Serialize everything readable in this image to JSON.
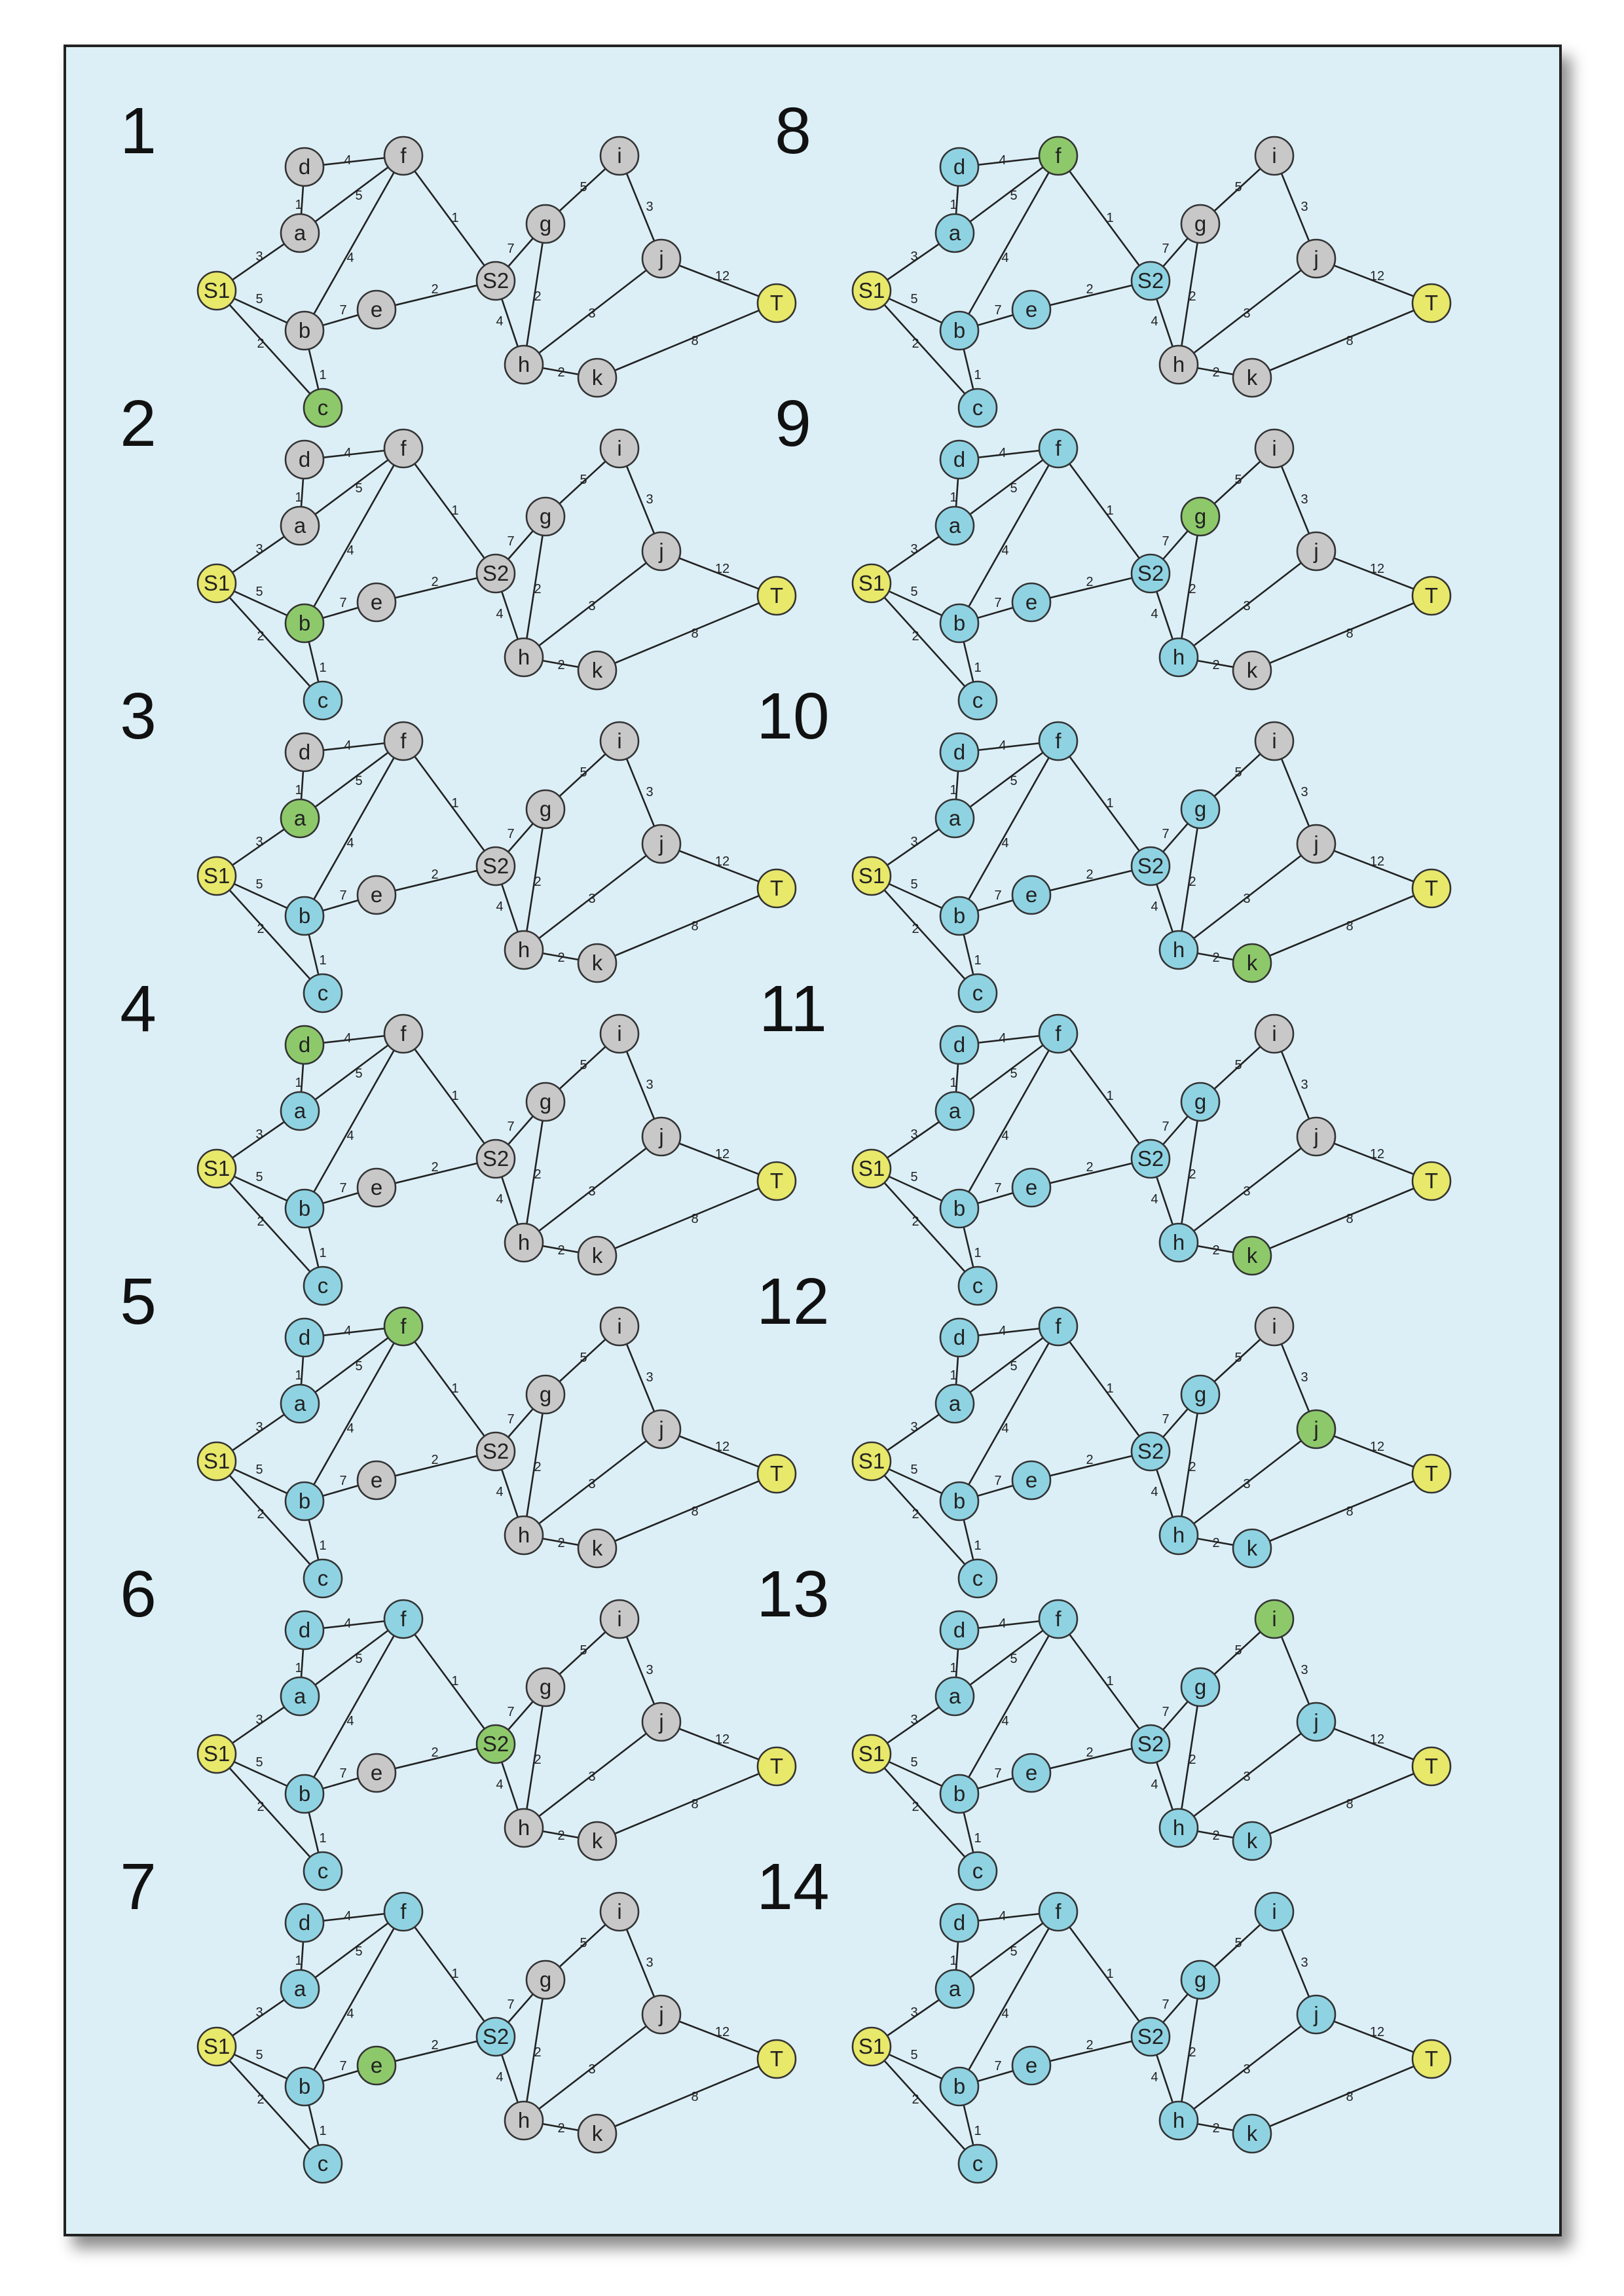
{
  "colors": {
    "background": "#dceff7",
    "unvisited": "#c8c8c8",
    "visited": "#8fd3e3",
    "current": "#8dc96b",
    "terminal": "#e8e86a",
    "edge": "#222222"
  },
  "graph": {
    "nodes": [
      "S1",
      "a",
      "b",
      "c",
      "d",
      "e",
      "f",
      "S2",
      "g",
      "h",
      "i",
      "j",
      "k",
      "T"
    ],
    "terminals": [
      "S1",
      "T"
    ],
    "edges": [
      {
        "from": "S1",
        "to": "a",
        "weight": "3"
      },
      {
        "from": "S1",
        "to": "b",
        "weight": "5"
      },
      {
        "from": "S1",
        "to": "c",
        "weight": "2"
      },
      {
        "from": "a",
        "to": "d",
        "weight": "1"
      },
      {
        "from": "a",
        "to": "f",
        "weight": "5"
      },
      {
        "from": "d",
        "to": "f",
        "weight": "4"
      },
      {
        "from": "b",
        "to": "f",
        "weight": "4"
      },
      {
        "from": "b",
        "to": "c",
        "weight": "1"
      },
      {
        "from": "b",
        "to": "e",
        "weight": "7"
      },
      {
        "from": "e",
        "to": "S2",
        "weight": "2"
      },
      {
        "from": "f",
        "to": "S2",
        "weight": "1"
      },
      {
        "from": "S2",
        "to": "g",
        "weight": "7"
      },
      {
        "from": "S2",
        "to": "h",
        "weight": "4"
      },
      {
        "from": "g",
        "to": "h",
        "weight": "2"
      },
      {
        "from": "g",
        "to": "i",
        "weight": "5"
      },
      {
        "from": "i",
        "to": "j",
        "weight": "3"
      },
      {
        "from": "h",
        "to": "j",
        "weight": "3"
      },
      {
        "from": "h",
        "to": "k",
        "weight": "2"
      },
      {
        "from": "j",
        "to": "T",
        "weight": "12"
      },
      {
        "from": "k",
        "to": "T",
        "weight": "8"
      }
    ]
  },
  "steps": [
    {
      "number": "1",
      "current": "c",
      "visited": []
    },
    {
      "number": "2",
      "current": "b",
      "visited": [
        "c"
      ]
    },
    {
      "number": "3",
      "current": "a",
      "visited": [
        "b",
        "c"
      ]
    },
    {
      "number": "4",
      "current": "d",
      "visited": [
        "a",
        "b",
        "c"
      ]
    },
    {
      "number": "5",
      "current": "f",
      "visited": [
        "a",
        "b",
        "c",
        "d"
      ]
    },
    {
      "number": "6",
      "current": "S2",
      "visited": [
        "a",
        "b",
        "c",
        "d",
        "f"
      ]
    },
    {
      "number": "7",
      "current": "e",
      "visited": [
        "a",
        "b",
        "c",
        "d",
        "f",
        "S2"
      ]
    },
    {
      "number": "8",
      "current": "f",
      "visited": [
        "a",
        "b",
        "c",
        "d",
        "e",
        "S2"
      ]
    },
    {
      "number": "9",
      "current": "g",
      "visited": [
        "a",
        "b",
        "c",
        "d",
        "e",
        "f",
        "S2",
        "h"
      ]
    },
    {
      "number": "10",
      "current": "k",
      "visited": [
        "a",
        "b",
        "c",
        "d",
        "e",
        "f",
        "S2",
        "g",
        "h"
      ]
    },
    {
      "number": "11",
      "current": "k",
      "visited": [
        "a",
        "b",
        "c",
        "d",
        "e",
        "f",
        "S2",
        "g",
        "h"
      ]
    },
    {
      "number": "12",
      "current": "j",
      "visited": [
        "a",
        "b",
        "c",
        "d",
        "e",
        "f",
        "S2",
        "g",
        "h",
        "k"
      ]
    },
    {
      "number": "13",
      "current": "i",
      "visited": [
        "a",
        "b",
        "c",
        "d",
        "e",
        "f",
        "S2",
        "g",
        "h",
        "j",
        "k"
      ]
    },
    {
      "number": "14",
      "current": "",
      "visited": [
        "a",
        "b",
        "c",
        "d",
        "e",
        "f",
        "S2",
        "g",
        "h",
        "i",
        "j",
        "k"
      ]
    }
  ]
}
